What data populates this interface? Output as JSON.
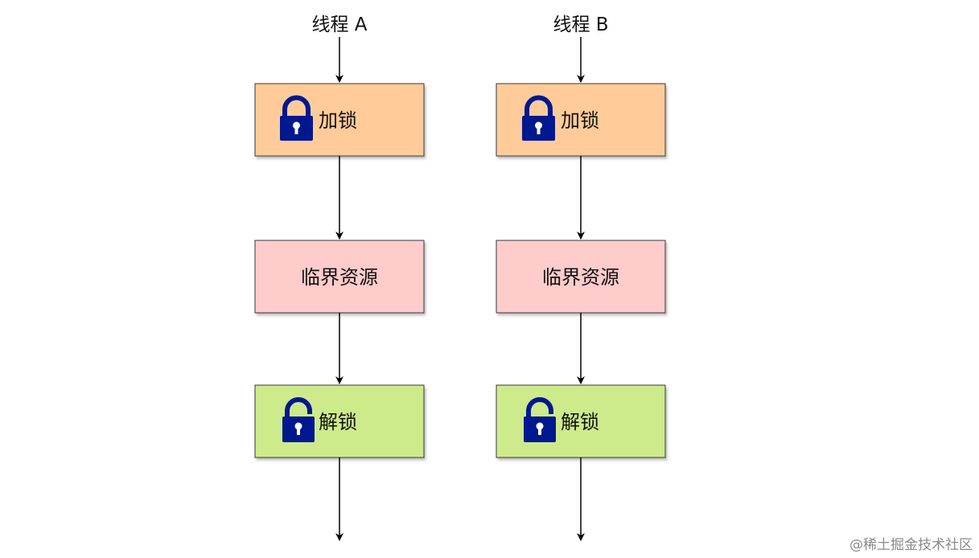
{
  "threads": [
    {
      "title": "线程 A",
      "steps": [
        {
          "kind": "lock",
          "label": "加锁",
          "color": "#FFCC99",
          "icon": "lock-closed-icon"
        },
        {
          "kind": "critical",
          "label": "临界资源",
          "color": "#FFCCCC"
        },
        {
          "kind": "unlock",
          "label": "解锁",
          "color": "#CDEB8B",
          "icon": "lock-open-icon"
        }
      ]
    },
    {
      "title": "线程 B",
      "steps": [
        {
          "kind": "lock",
          "label": "加锁",
          "color": "#FFCC99",
          "icon": "lock-closed-icon"
        },
        {
          "kind": "critical",
          "label": "临界资源",
          "color": "#FFCCCC"
        },
        {
          "kind": "unlock",
          "label": "解锁",
          "color": "#CDEB8B",
          "icon": "lock-open-icon"
        }
      ]
    }
  ],
  "colors": {
    "lock_icon": "#00188F",
    "box_border": "#36393D",
    "arrow": "#000000"
  },
  "watermark": "@稀土掘金技术社区"
}
